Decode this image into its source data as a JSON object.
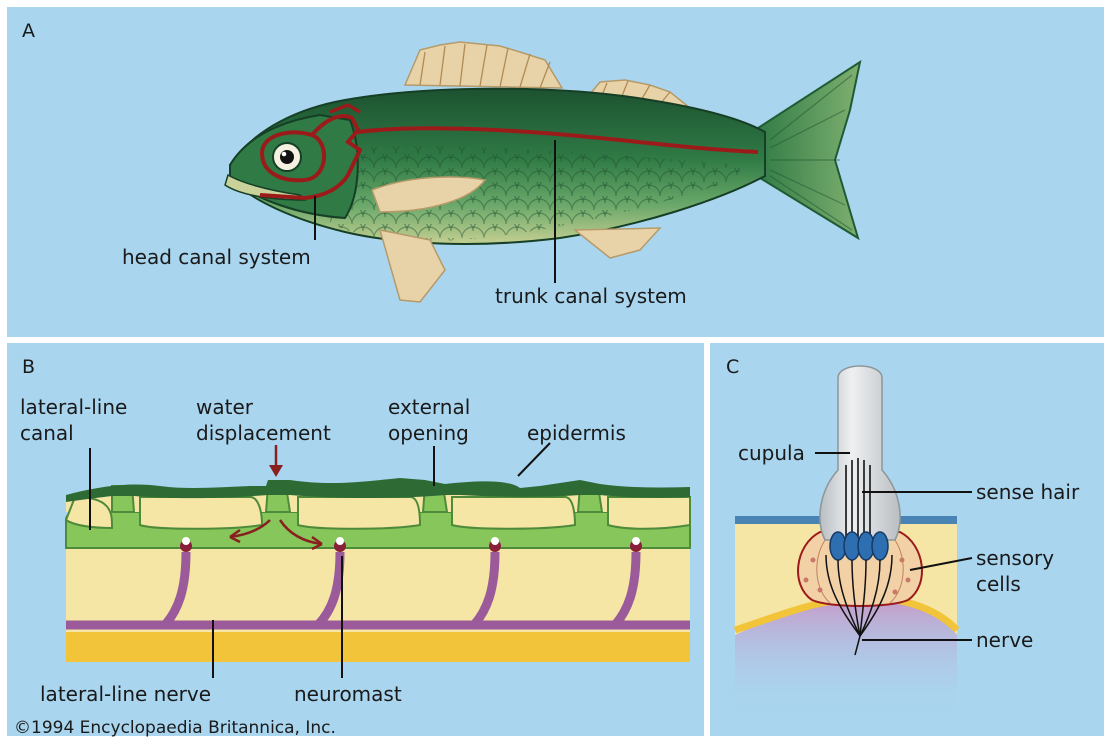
{
  "panels": {
    "a": {
      "letter": "A",
      "labels": {
        "head_canal": "head canal system",
        "trunk_canal": "trunk canal system"
      }
    },
    "b": {
      "letter": "B",
      "labels": {
        "lateral_line_canal_1": "lateral-line",
        "lateral_line_canal_2": "canal",
        "water_displacement_1": "water",
        "water_displacement_2": "displacement",
        "external_opening_1": "external",
        "external_opening_2": "opening",
        "epidermis": "epidermis",
        "lateral_line_nerve": "lateral-line nerve",
        "neuromast": "neuromast"
      }
    },
    "c": {
      "letter": "C",
      "labels": {
        "cupula": "cupula",
        "sense_hair": "sense hair",
        "sensory_cells_1": "sensory",
        "sensory_cells_2": "cells",
        "nerve": "nerve"
      }
    }
  },
  "credit": "©1994 Encyclopaedia Britannica, Inc.",
  "colors": {
    "background": "#a9d5ef",
    "fish_dark": "#1f5b33",
    "fish_mid": "#3f8a4f",
    "fish_belly": "#b9c98a",
    "canal_red": "#9b1b1b",
    "fin": "#e8d3a8",
    "epidermis": "#2e6b34",
    "dermis": "#f6e6a6",
    "canal_fill": "#86c65a",
    "nerve_purple": "#9b5a9a",
    "muscle": "#f1c43a",
    "cupula": "#d2d6d8",
    "sensory_blue": "#2e6fb1"
  }
}
